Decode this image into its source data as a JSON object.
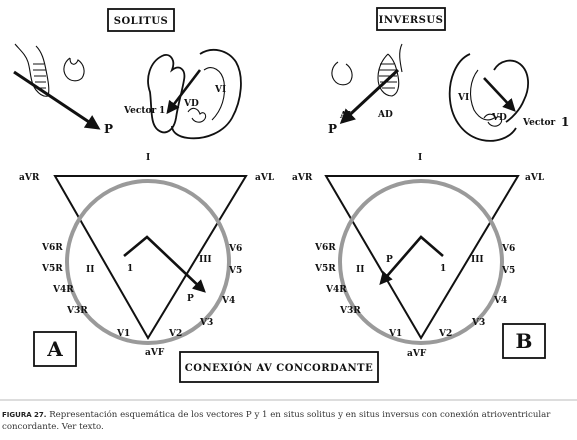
{
  "panels": {
    "left": {
      "header": "SOLITUS",
      "vector_label": "Vector",
      "vector_num": "1",
      "heart_vd": "VD",
      "heart_vi": "VI",
      "p_label": "P",
      "letter": "A",
      "axis": {
        "top": "I",
        "avr": "aVR",
        "avl": "aVL",
        "avf": "aVF",
        "ii": "II",
        "iii": "III",
        "v6r": "V6R",
        "v5r": "V5R",
        "v4r": "V4R",
        "v3r": "V3R",
        "v1": "V1",
        "v2": "V2",
        "v3": "V3",
        "v4": "V4",
        "v5": "V5",
        "v6": "V6",
        "vec1": "1",
        "vecp": "P"
      }
    },
    "right": {
      "header": "INVERSUS",
      "vector_label": "Vector",
      "vector_num": "1",
      "heart_vd": "VD",
      "heart_vi": "VI",
      "ai": "AI",
      "ad": "AD",
      "p_label": "P",
      "letter": "B",
      "axis": {
        "top": "I",
        "avr": "aVR",
        "avl": "aVL",
        "avf": "aVF",
        "ii": "II",
        "iii": "III",
        "v6r": "V6R",
        "v5r": "V5R",
        "v4r": "V4R",
        "v3r": "V3R",
        "v1": "V1",
        "v2": "V2",
        "v3": "V3",
        "v4": "V4",
        "v5": "V5",
        "v6": "V6",
        "vec1": "1",
        "vecp": "P"
      }
    }
  },
  "center_label": "CONEXIÓN AV CONCORDANTE",
  "caption": {
    "figure": "FIGURA 27.",
    "text": "Representación esquemática de los vectores P y 1 en situs solitus y en situs inversus con conexión atrioventricular concordante. Ver texto."
  }
}
